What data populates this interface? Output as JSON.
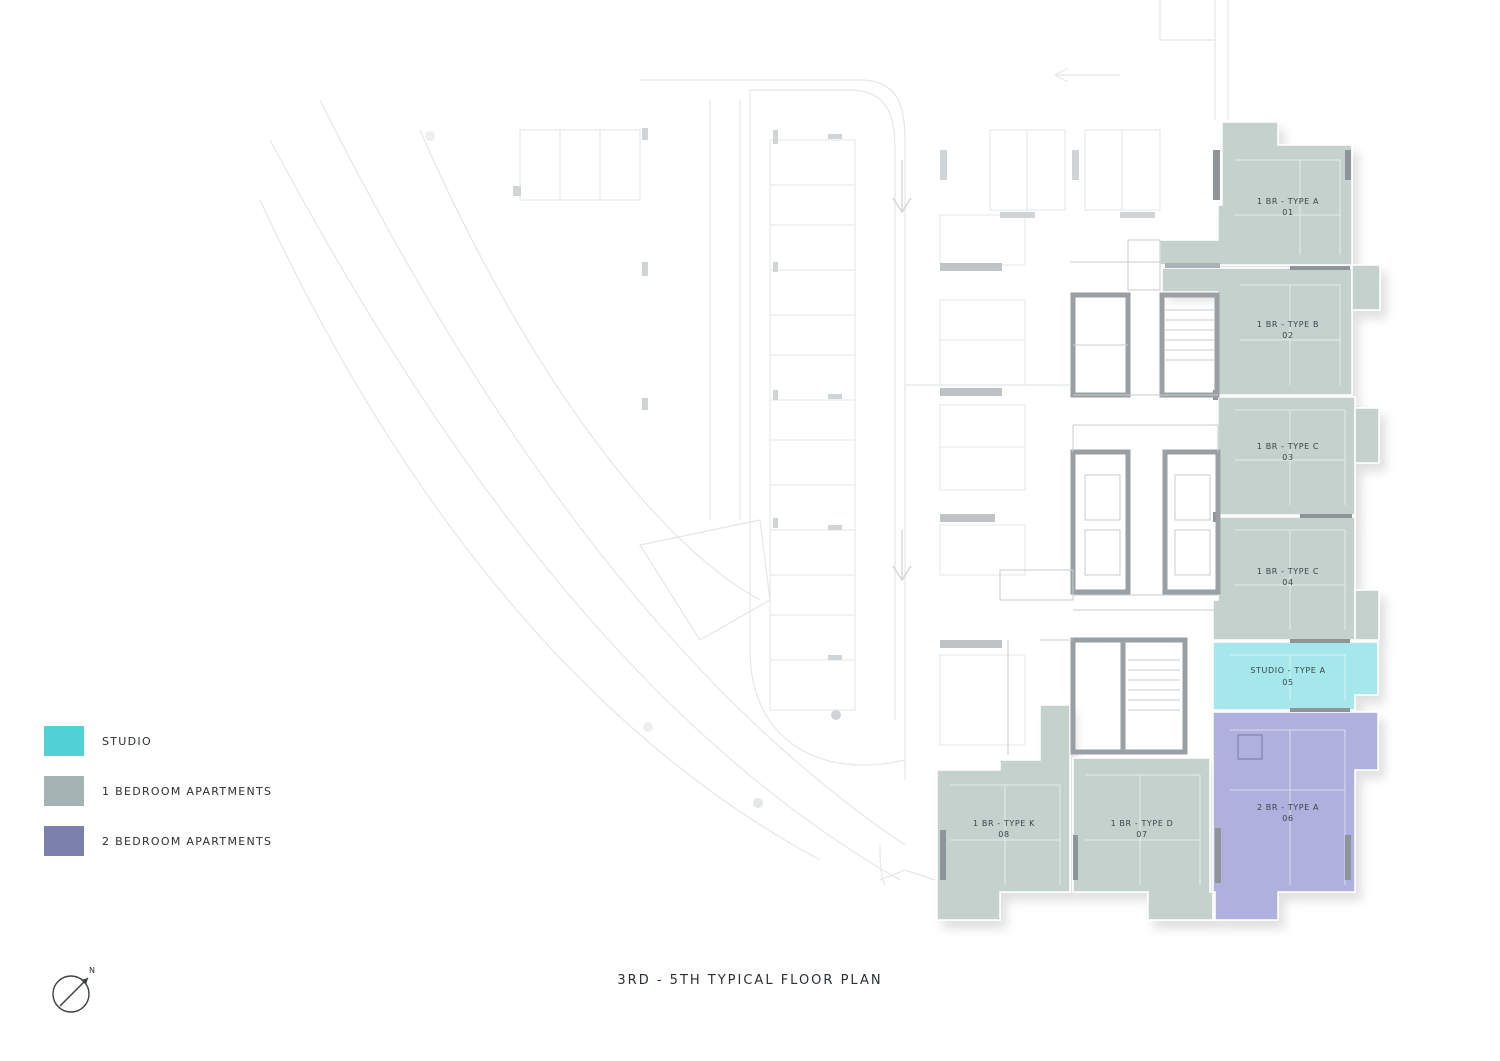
{
  "plan_title": "3RD - 5TH TYPICAL FLOOR PLAN",
  "compass": {
    "label": "N",
    "icon": "north-arrow-icon"
  },
  "colors": {
    "studio": "#4fd1d6",
    "one_bedroom": "#a4b3b4",
    "two_bedroom": "#7b80ac",
    "studio_fill": "#a5e7ea",
    "one_bedroom_fill": "#c4d1cd",
    "two_bedroom_fill": "#aeb1dd",
    "line": "#d9dcdd",
    "core_wall": "#9a9fa3"
  },
  "legend": [
    {
      "label": "STUDIO",
      "color": "#4fd1d6"
    },
    {
      "label": "1 BEDROOM APARTMENTS",
      "color": "#a4b3b4"
    },
    {
      "label": "2 BEDROOM APARTMENTS",
      "color": "#7b80ac"
    }
  ],
  "units": [
    {
      "type": "1 BR - TYPE A",
      "number": "01",
      "category": "one_bedroom"
    },
    {
      "type": "1 BR - TYPE B",
      "number": "02",
      "category": "one_bedroom"
    },
    {
      "type": "1 BR - TYPE C",
      "number": "03",
      "category": "one_bedroom"
    },
    {
      "type": "1 BR - TYPE C",
      "number": "04",
      "category": "one_bedroom"
    },
    {
      "type": "STUDIO - TYPE A",
      "number": "05",
      "category": "studio"
    },
    {
      "type": "2 BR - TYPE A",
      "number": "06",
      "category": "two_bedroom"
    },
    {
      "type": "1 BR - TYPE D",
      "number": "07",
      "category": "one_bedroom"
    },
    {
      "type": "1 BR - TYPE K",
      "number": "08",
      "category": "one_bedroom"
    }
  ]
}
